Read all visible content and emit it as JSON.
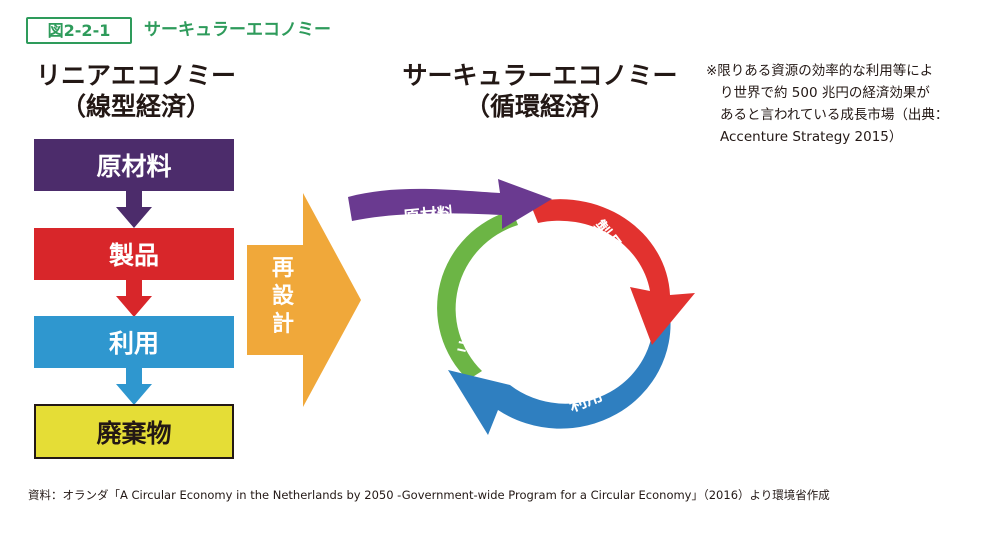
{
  "figure": {
    "number": "図2-2-1",
    "title": "サーキュラーエコノミー"
  },
  "linear": {
    "heading_line1": "リニアエコノミー",
    "heading_line2": "（線型経済）",
    "steps": [
      "原材料",
      "製品",
      "利用",
      "廃棄物"
    ]
  },
  "redesign": {
    "label_lines": [
      "再",
      "設",
      "計"
    ]
  },
  "circular": {
    "heading_line1": "サーキュラーエコノミー",
    "heading_line2": "（循環経済）",
    "raw_material": "原材料",
    "product": "製品",
    "use": "利用",
    "recycle": "リサイクル"
  },
  "note": {
    "lines": [
      "※限りある資源の効率的な利用等によ",
      "り世界で約 500 兆円の経済効果が",
      "あると言われている成長市場（出典：",
      "Accenture Strategy 2015）"
    ]
  },
  "source": "資料：オランダ「A Circular Economy in the Netherlands by 2050 -Government-wide Program for a Circular Economy」（2016）より環境省作成",
  "colors": {
    "accent_green": "#2e9b5b",
    "raw_purple": "#4c2c6b",
    "product_red": "#d8262a",
    "use_blue": "#2f97cf",
    "waste_yellow": "#e5dd36",
    "redesign_orange": "#f0a83a",
    "recycle_green": "#6cb545"
  }
}
